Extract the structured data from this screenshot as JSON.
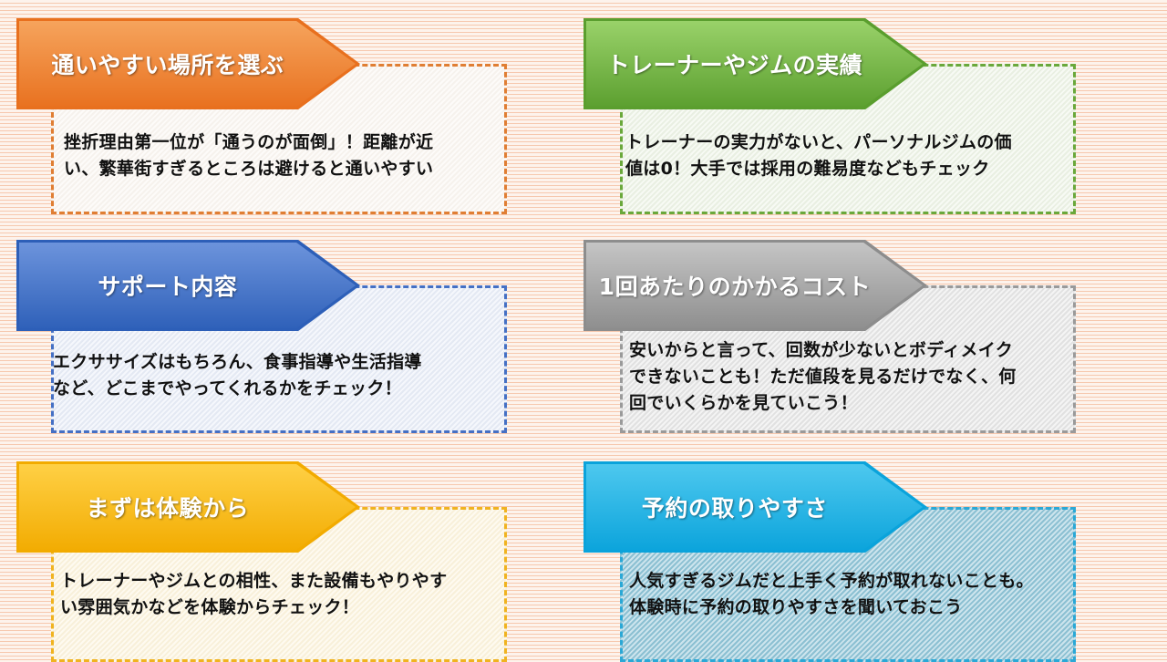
{
  "cards": [
    {
      "title": "通いやすい場所を選ぶ",
      "lines": [
        "挫折理由第一位が「通うのが面倒」！距離が近",
        "い、繁華街すぎるところは避けると通いやすい"
      ],
      "colors": {
        "banner_light": "#f6a55e",
        "banner_dark": "#e8701e",
        "border": "#e07e33",
        "body_bg": "#fbf7f2"
      }
    },
    {
      "title": "トレーナーやジムの実績",
      "lines": [
        "トレーナーの実力がないと、パーソナルジムの価",
        "値は0！大手では採用の難易度などもチェック"
      ],
      "colors": {
        "banner_light": "#9bd36b",
        "banner_dark": "#5a9e2e",
        "border": "#6aa83b",
        "body_bg": "#eef4e7"
      }
    },
    {
      "title": "サポート内容",
      "lines": [
        "エクササイズはもちろん、食事指導や生活指導",
        "など、どこまでやってくれるかをチェック！"
      ],
      "colors": {
        "banner_light": "#6e95dd",
        "banner_dark": "#2d5fb8",
        "border": "#4570c4",
        "body_bg": "#e9eef8"
      }
    },
    {
      "title": "1回あたりのかかるコスト",
      "lines": [
        "安いからと言って、回数が少ないとボディメイク",
        "できないことも！ただ値段を見るだけでなく、何",
        "回でいくらかを見ていこう！"
      ],
      "colors": {
        "banner_light": "#c6c6c6",
        "banner_dark": "#8d8d8d",
        "border": "#9a9a9a",
        "body_bg": "#e6e6e6"
      }
    },
    {
      "title": "まずは体験から",
      "lines": [
        "トレーナーやジムとの相性、また設備もやりやす",
        "い雰囲気かなどを体験からチェック！"
      ],
      "colors": {
        "banner_light": "#ffd147",
        "banner_dark": "#f2ab00",
        "border": "#f0b320",
        "body_bg": "#fdf5de"
      }
    },
    {
      "title": "予約の取りやすさ",
      "lines": [
        "人気すぎるジムだと上手く予約が取れないことも。",
        "体験時に予約の取りやすさを聞いておこう"
      ],
      "colors": {
        "banner_light": "#4fc9ef",
        "banner_dark": "#0aa3db",
        "border": "#2aa8d6",
        "body_bg": "#8fc4d6"
      }
    }
  ]
}
